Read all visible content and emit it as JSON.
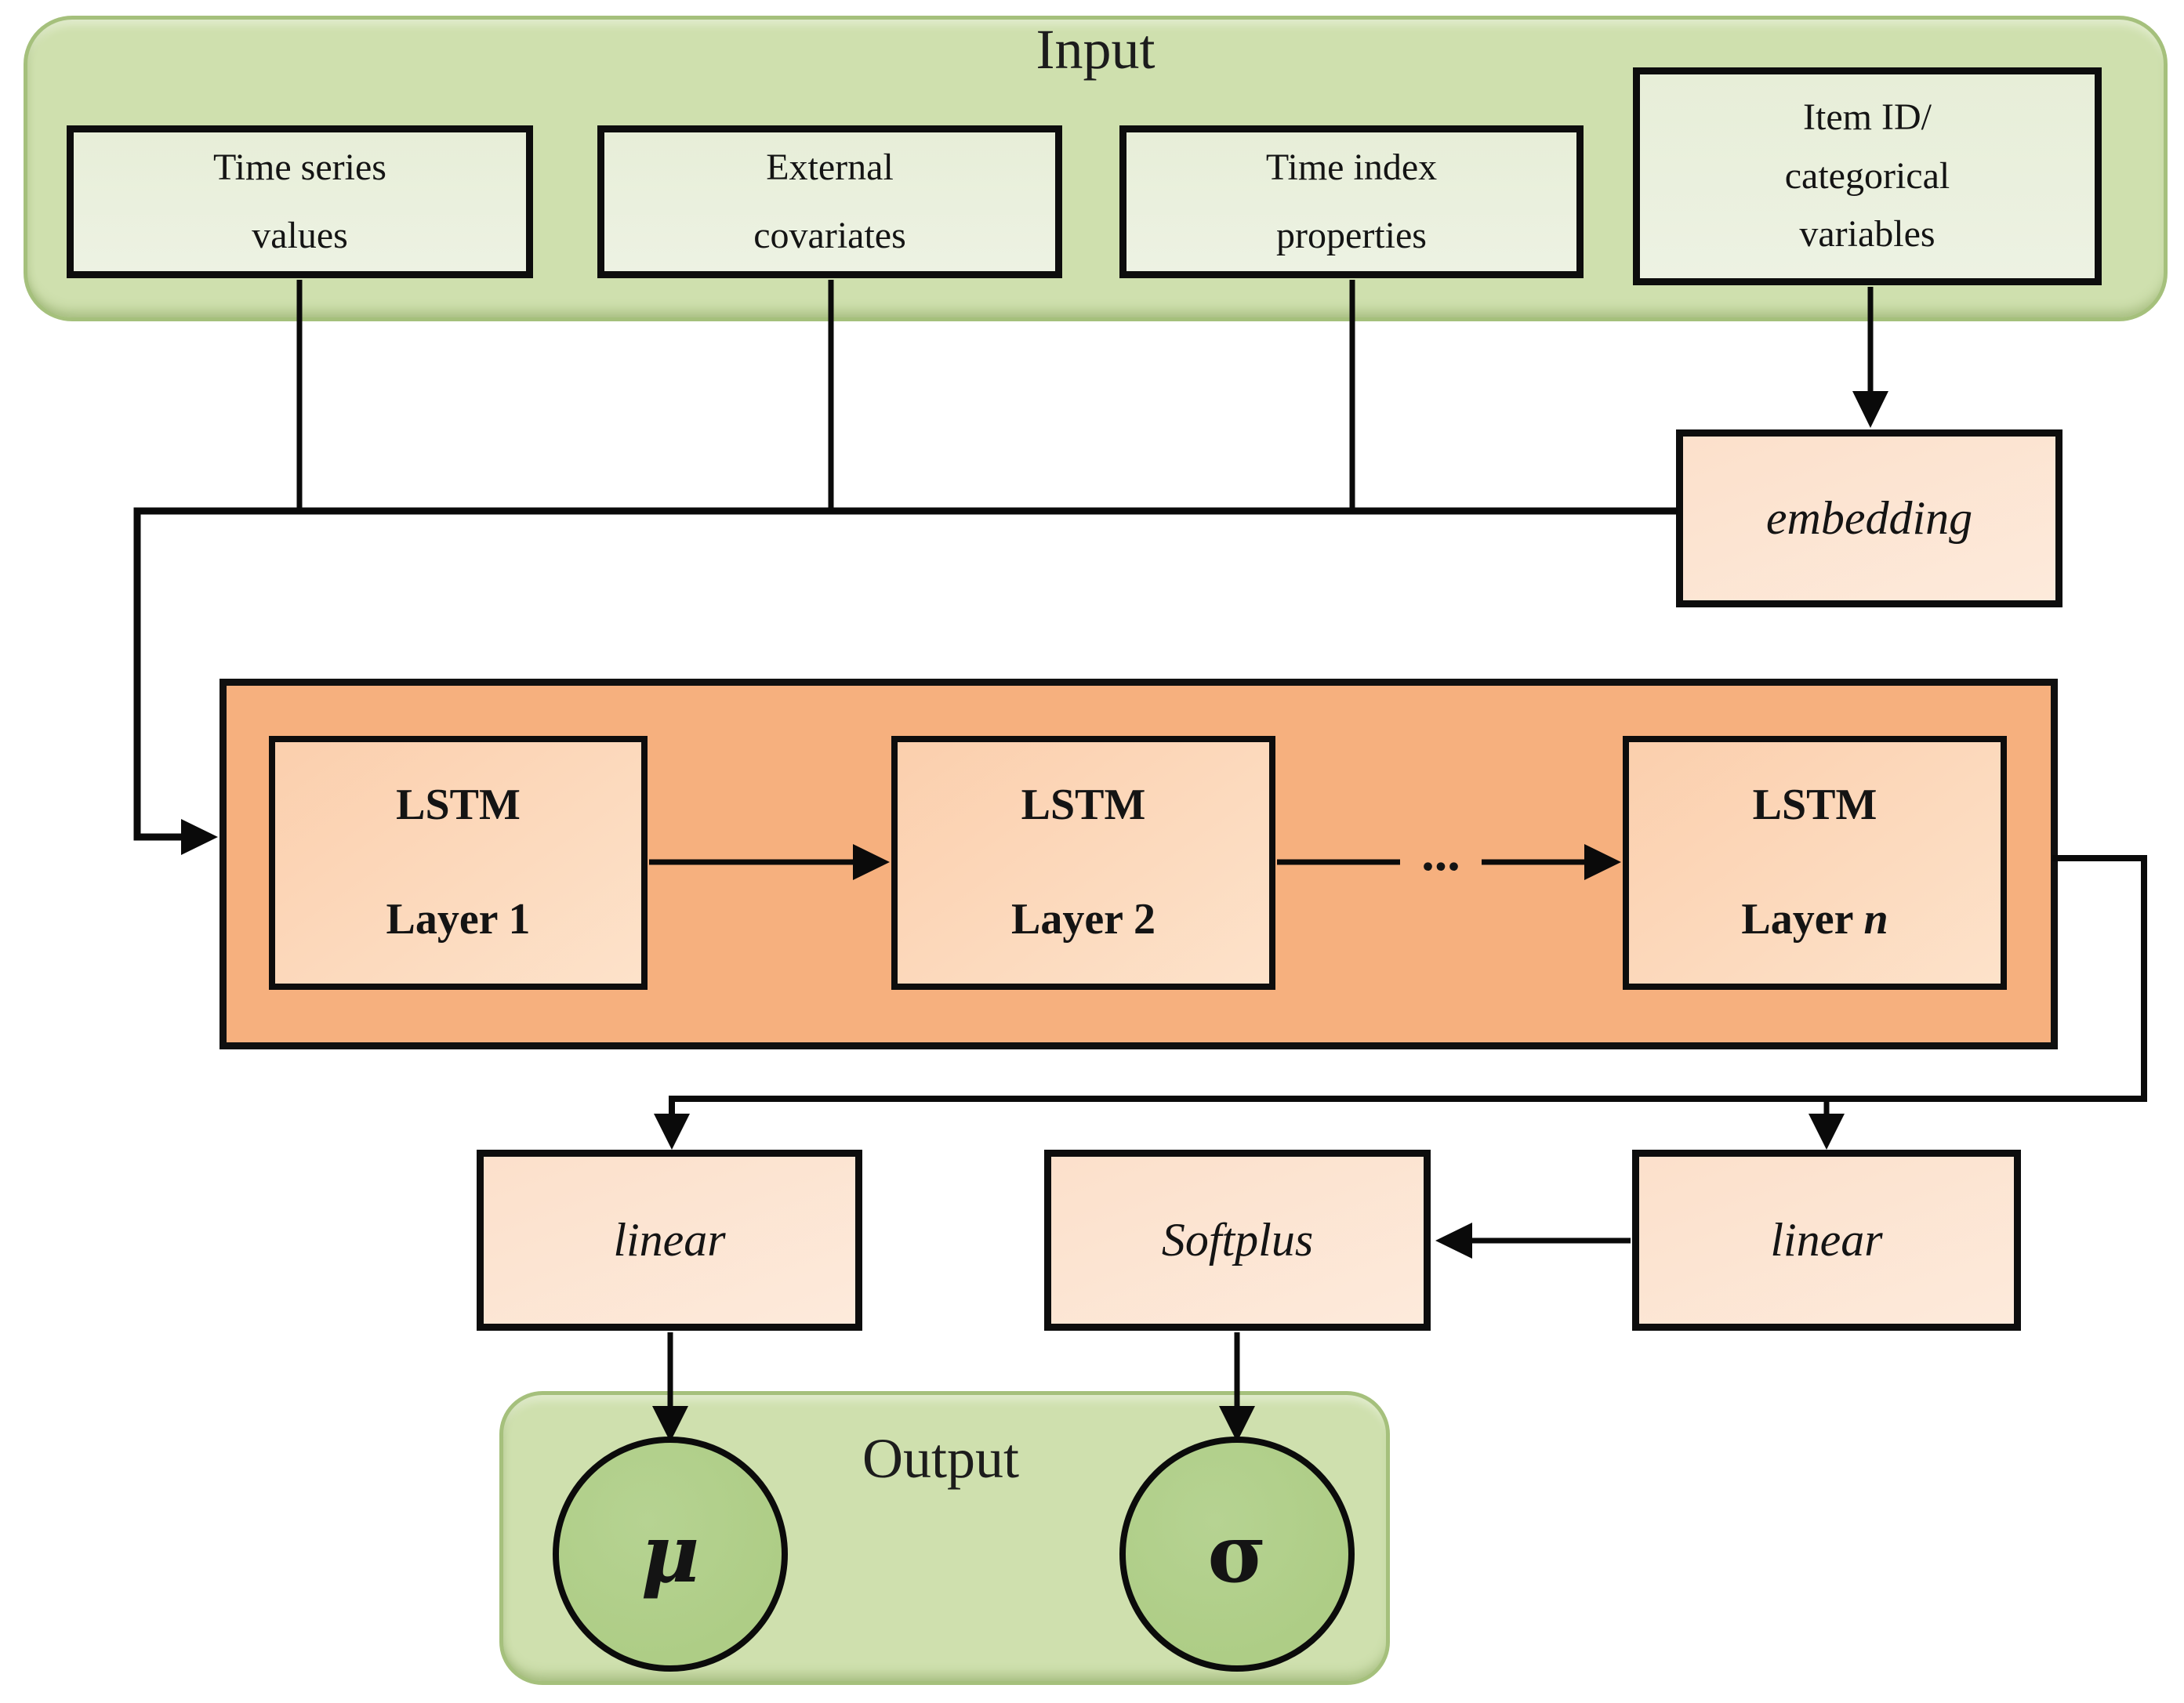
{
  "input_group": {
    "title": "Input",
    "boxes": [
      {
        "label": "Time series\nvalues"
      },
      {
        "label": "External\ncovariates"
      },
      {
        "label": "Time index\nproperties"
      },
      {
        "label": "Item ID/\ncategorical\nvariables"
      }
    ]
  },
  "embedding": {
    "label": "embedding"
  },
  "lstm_group": {
    "layers": [
      {
        "line1": "LSTM",
        "line2": "Layer 1",
        "line2_italic": ""
      },
      {
        "line1": "LSTM",
        "line2": "Layer 2",
        "line2_italic": ""
      },
      {
        "line1": "LSTM",
        "line2": "Layer ",
        "line2_italic": "n"
      }
    ],
    "ellipsis": "..."
  },
  "heads": {
    "linear_mu": {
      "label": "linear"
    },
    "softplus": {
      "label": "Softplus"
    },
    "linear_sigma": {
      "label": "linear"
    }
  },
  "output_group": {
    "title": "Output",
    "outputs": [
      {
        "symbol": "μ"
      },
      {
        "symbol": "σ"
      }
    ]
  },
  "colors": {
    "green_container": "#cfe0ae",
    "green_border": "#a5c07c",
    "green_box": "#eaf0dd",
    "orange_container": "#f6b07e",
    "orange_box": "#fbd2b1",
    "peach_box": "#fce4d2",
    "circle_green": "#aecd86",
    "line": "#0a0a0a"
  }
}
